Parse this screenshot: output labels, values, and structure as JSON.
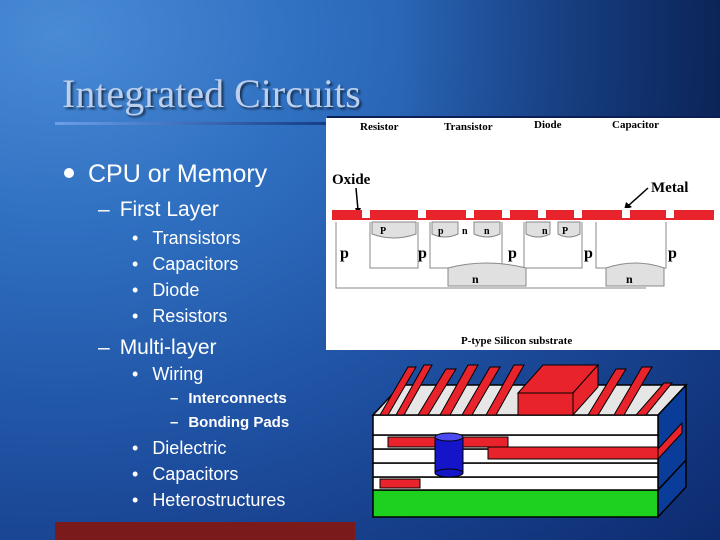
{
  "slide": {
    "title": "Integrated Circuits",
    "bullets": [
      {
        "text": "CPU or Memory",
        "children": [
          {
            "text": "First Layer",
            "children": [
              {
                "text": "Transistors"
              },
              {
                "text": "Capacitors"
              },
              {
                "text": "Diode"
              },
              {
                "text": "Resistors"
              }
            ]
          },
          {
            "text": "Multi-layer",
            "children": [
              {
                "text": "Wiring",
                "children": [
                  {
                    "text": "Interconnects"
                  },
                  {
                    "text": "Bonding Pads"
                  }
                ]
              },
              {
                "text": "Dielectric"
              },
              {
                "text": "Capacitors"
              },
              {
                "text": "Heterostructures"
              }
            ]
          }
        ]
      }
    ]
  },
  "cross_section": {
    "top_labels": [
      "Resistor",
      "Transistor",
      "Diode",
      "Capacitor"
    ],
    "callouts": [
      "Oxide",
      "Metal"
    ],
    "region_labels": {
      "p": "p",
      "n": "n",
      "P": "P"
    },
    "substrate_label": "P-type Silicon substrate"
  },
  "colors": {
    "metal": "#e8232b",
    "dielectric": "#ffffff",
    "substrate": "#1fd11f",
    "via": "#1414c8"
  }
}
